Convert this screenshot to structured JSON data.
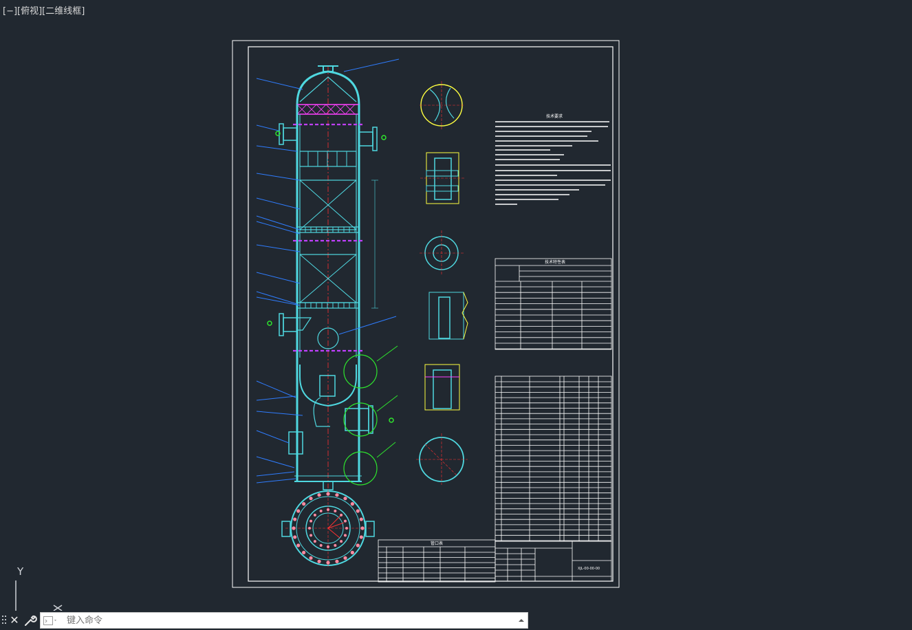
{
  "viewport": {
    "label": "[−][俯视][二维线框]"
  },
  "ucs": {
    "y_label": "Y"
  },
  "command": {
    "placeholder": "键入命令"
  },
  "drawing": {
    "notes_title": "技术要求",
    "spec_table_title": "技术特性表",
    "nozzle_table_title": "管口表",
    "title_block_code": "XJL-00-00-00"
  },
  "colors": {
    "background": "#212830",
    "frame": "#ffffff",
    "shell": "#4fd8e0",
    "leader": "#2f7dff",
    "centerline": "#ff3030",
    "highlight": "#2ee62e",
    "section": "#ffff40",
    "tray": "#d040ff"
  },
  "icons": [
    "grip-icon",
    "close-icon",
    "wrench-icon",
    "prompt-icon",
    "history-arrow-icon",
    "ucs-icon"
  ]
}
